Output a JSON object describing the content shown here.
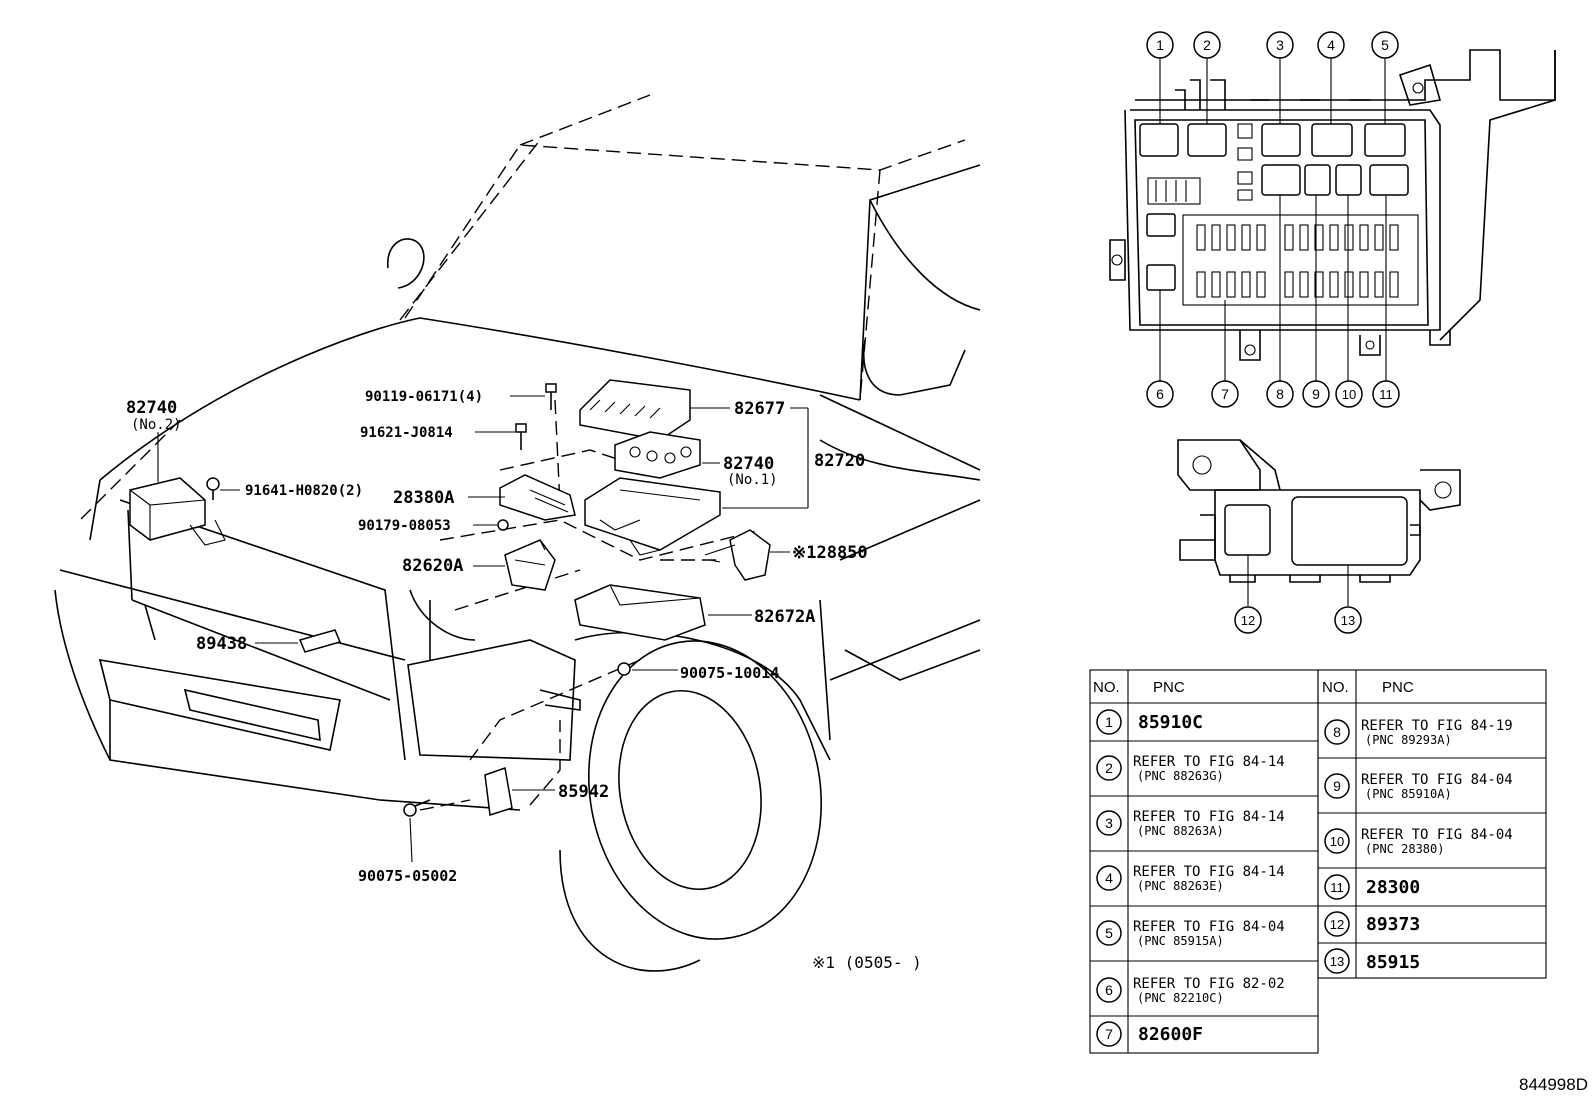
{
  "diagram_code": "844998D",
  "footnote": "※1 (0505-    )",
  "callouts": {
    "c82740_no2": "82740",
    "c82740_no2_sub": "(No.2)",
    "c90119": "90119-06171(4)",
    "c91621": "91621-J0814",
    "c91641": "91641-H0820(2)",
    "c28380A": "28380A",
    "c90179": "90179-08053",
    "c82620A": "82620A",
    "c89438": "89438",
    "c82677": "82677",
    "c82740_no1": "82740",
    "c82740_no1_sub": "(No.1)",
    "c82720": "82720",
    "c128850": "※128850",
    "c82672A": "82672A",
    "c90075_10014": "90075-10014",
    "c85942": "85942",
    "c90075_05002": "90075-05002"
  },
  "fusebox_numbers": [
    "1",
    "2",
    "3",
    "4",
    "5",
    "6",
    "7",
    "8",
    "9",
    "10",
    "11"
  ],
  "relay_numbers": [
    "12",
    "13"
  ],
  "table": {
    "header_no": "NO.",
    "header_pnc": "PNC",
    "left": [
      {
        "no": "1",
        "pnc": "85910C"
      },
      {
        "no": "2",
        "ref": "REFER TO FIG 84-14",
        "sub": "(PNC 88263G)"
      },
      {
        "no": "3",
        "ref": "REFER TO FIG 84-14",
        "sub": "(PNC 88263A)"
      },
      {
        "no": "4",
        "ref": "REFER TO FIG 84-14",
        "sub": "(PNC 88263E)"
      },
      {
        "no": "5",
        "ref": "REFER TO FIG 84-04",
        "sub": "(PNC 85915A)"
      },
      {
        "no": "6",
        "ref": "REFER TO FIG 82-02",
        "sub": "(PNC 82210C)"
      },
      {
        "no": "7",
        "pnc": "82600F"
      }
    ],
    "right": [
      {
        "no": "8",
        "ref": "REFER TO FIG 84-19",
        "sub": "(PNC 89293A)"
      },
      {
        "no": "9",
        "ref": "REFER TO FIG 84-04",
        "sub": "(PNC 85910A)"
      },
      {
        "no": "10",
        "ref": "REFER TO FIG 84-04",
        "sub": "(PNC 28380)"
      },
      {
        "no": "11",
        "pnc": "28300"
      },
      {
        "no": "12",
        "pnc": "89373"
      },
      {
        "no": "13",
        "pnc": "85915"
      }
    ]
  }
}
